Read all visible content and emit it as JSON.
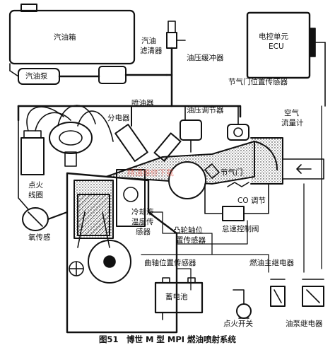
{
  "labels": {
    "fuel_tank": "汽油箱",
    "fuel_filter_1": "汽油",
    "fuel_filter_2": "滤清器",
    "fuel_pump": "汽油泵",
    "pressure_damper": "油压缓冲器",
    "ecu_1": "电控单元",
    "ecu_2": "ECU",
    "injector": "喷油器",
    "pressure_regulator": "油压调节器",
    "throttle_sensor": "节气门位置传感器",
    "air_flow_meter_1": "空气",
    "air_flow_meter_2": "流量计",
    "distributor": "分电器",
    "throttle": "节气门",
    "ignition_coil_1": "点火",
    "ignition_coil_2": "线圈",
    "co_adjust": "CO 调节",
    "oxygen_sensor": "氧传感",
    "idle_valve": "怠速控制阀",
    "coolant_sensor_1": "冷却液",
    "coolant_sensor_2": "温度传",
    "coolant_sensor_3": "感器",
    "camshaft_sensor_1": "凸轮轴位",
    "camshaft_sensor_2": "置传感器",
    "crankshaft_sensor": "曲轴位置传感器",
    "main_relay": "燃油主继电器",
    "battery": "蓄电池",
    "ignition_switch": "点火开关",
    "pump_relay": "油泵继电器"
  },
  "watermark": "精通维修下载",
  "caption": "图51　博世 M 型 MPI 燃油喷射系统",
  "colors": {
    "ink": "#111111",
    "watermark": "#e24a3c",
    "background": "#ffffff"
  }
}
